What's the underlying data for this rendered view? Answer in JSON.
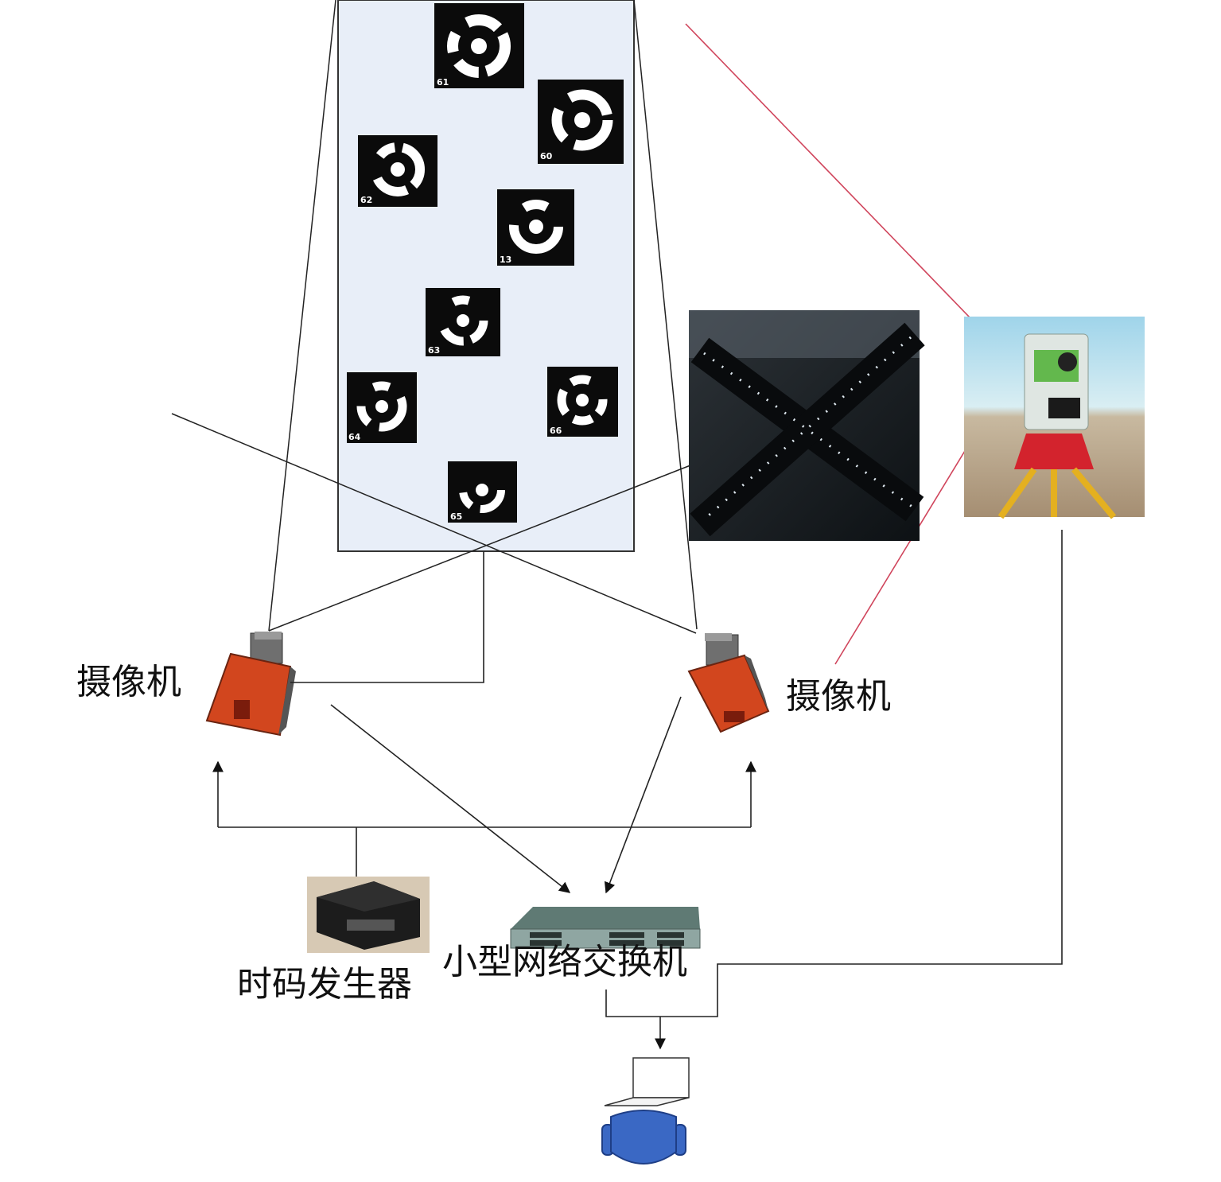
{
  "labels": {
    "camera_left": "摄像机",
    "camera_right": "摄像机",
    "timecode_generator": "时码发生器",
    "network_switch": "小型网络交换机"
  },
  "targets": [
    {
      "id": "61"
    },
    {
      "id": "60"
    },
    {
      "id": "62"
    },
    {
      "id": "13"
    },
    {
      "id": "63"
    },
    {
      "id": "64"
    },
    {
      "id": "66"
    },
    {
      "id": "65"
    }
  ],
  "colors": {
    "panel": "#e8eef8",
    "line": "#222222",
    "red_line": "#d0455c",
    "camera_body": "#d2461e",
    "laptop_user": "#3a68c4"
  },
  "icons": {
    "camera": "camera-icon",
    "switch": "network-switch-icon",
    "timecode": "timecode-device-icon",
    "total_station": "total-station-icon",
    "laptop": "laptop-icon",
    "user": "operator-icon",
    "calibration": "cross-calibration-bar-icon"
  }
}
